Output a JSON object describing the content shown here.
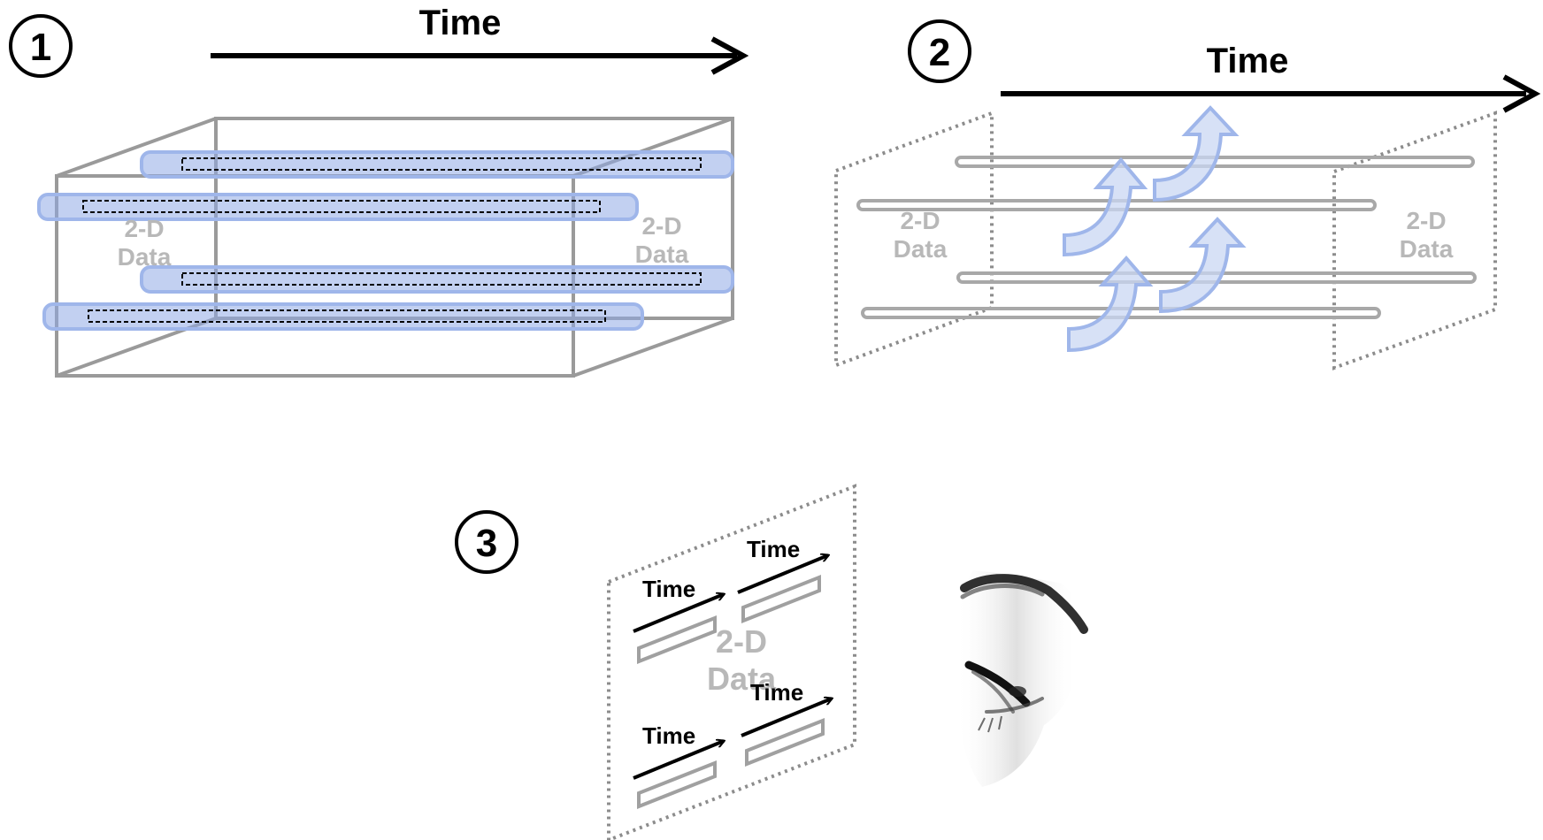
{
  "colors": {
    "arrow": "#000000",
    "box_edge": "#9a9a9a",
    "highlight": "#8fa9e6",
    "label_gray": "#b8b8b8",
    "dotted": "#8c8c8c"
  },
  "panel1": {
    "number": "1",
    "time_label": "Time",
    "left_face_label": [
      "2-D",
      "Data"
    ],
    "right_face_label": [
      "2-D",
      "Data"
    ]
  },
  "panel2": {
    "number": "2",
    "time_label": "Time",
    "left_face_label": [
      "2-D",
      "Data"
    ],
    "right_face_label": [
      "2-D",
      "Data"
    ]
  },
  "panel3": {
    "number": "3",
    "plane_label": [
      "2-D",
      "Data"
    ],
    "time_labels": [
      "Time",
      "Time",
      "Time",
      "Time"
    ]
  },
  "icons": [
    "eye-icon"
  ]
}
